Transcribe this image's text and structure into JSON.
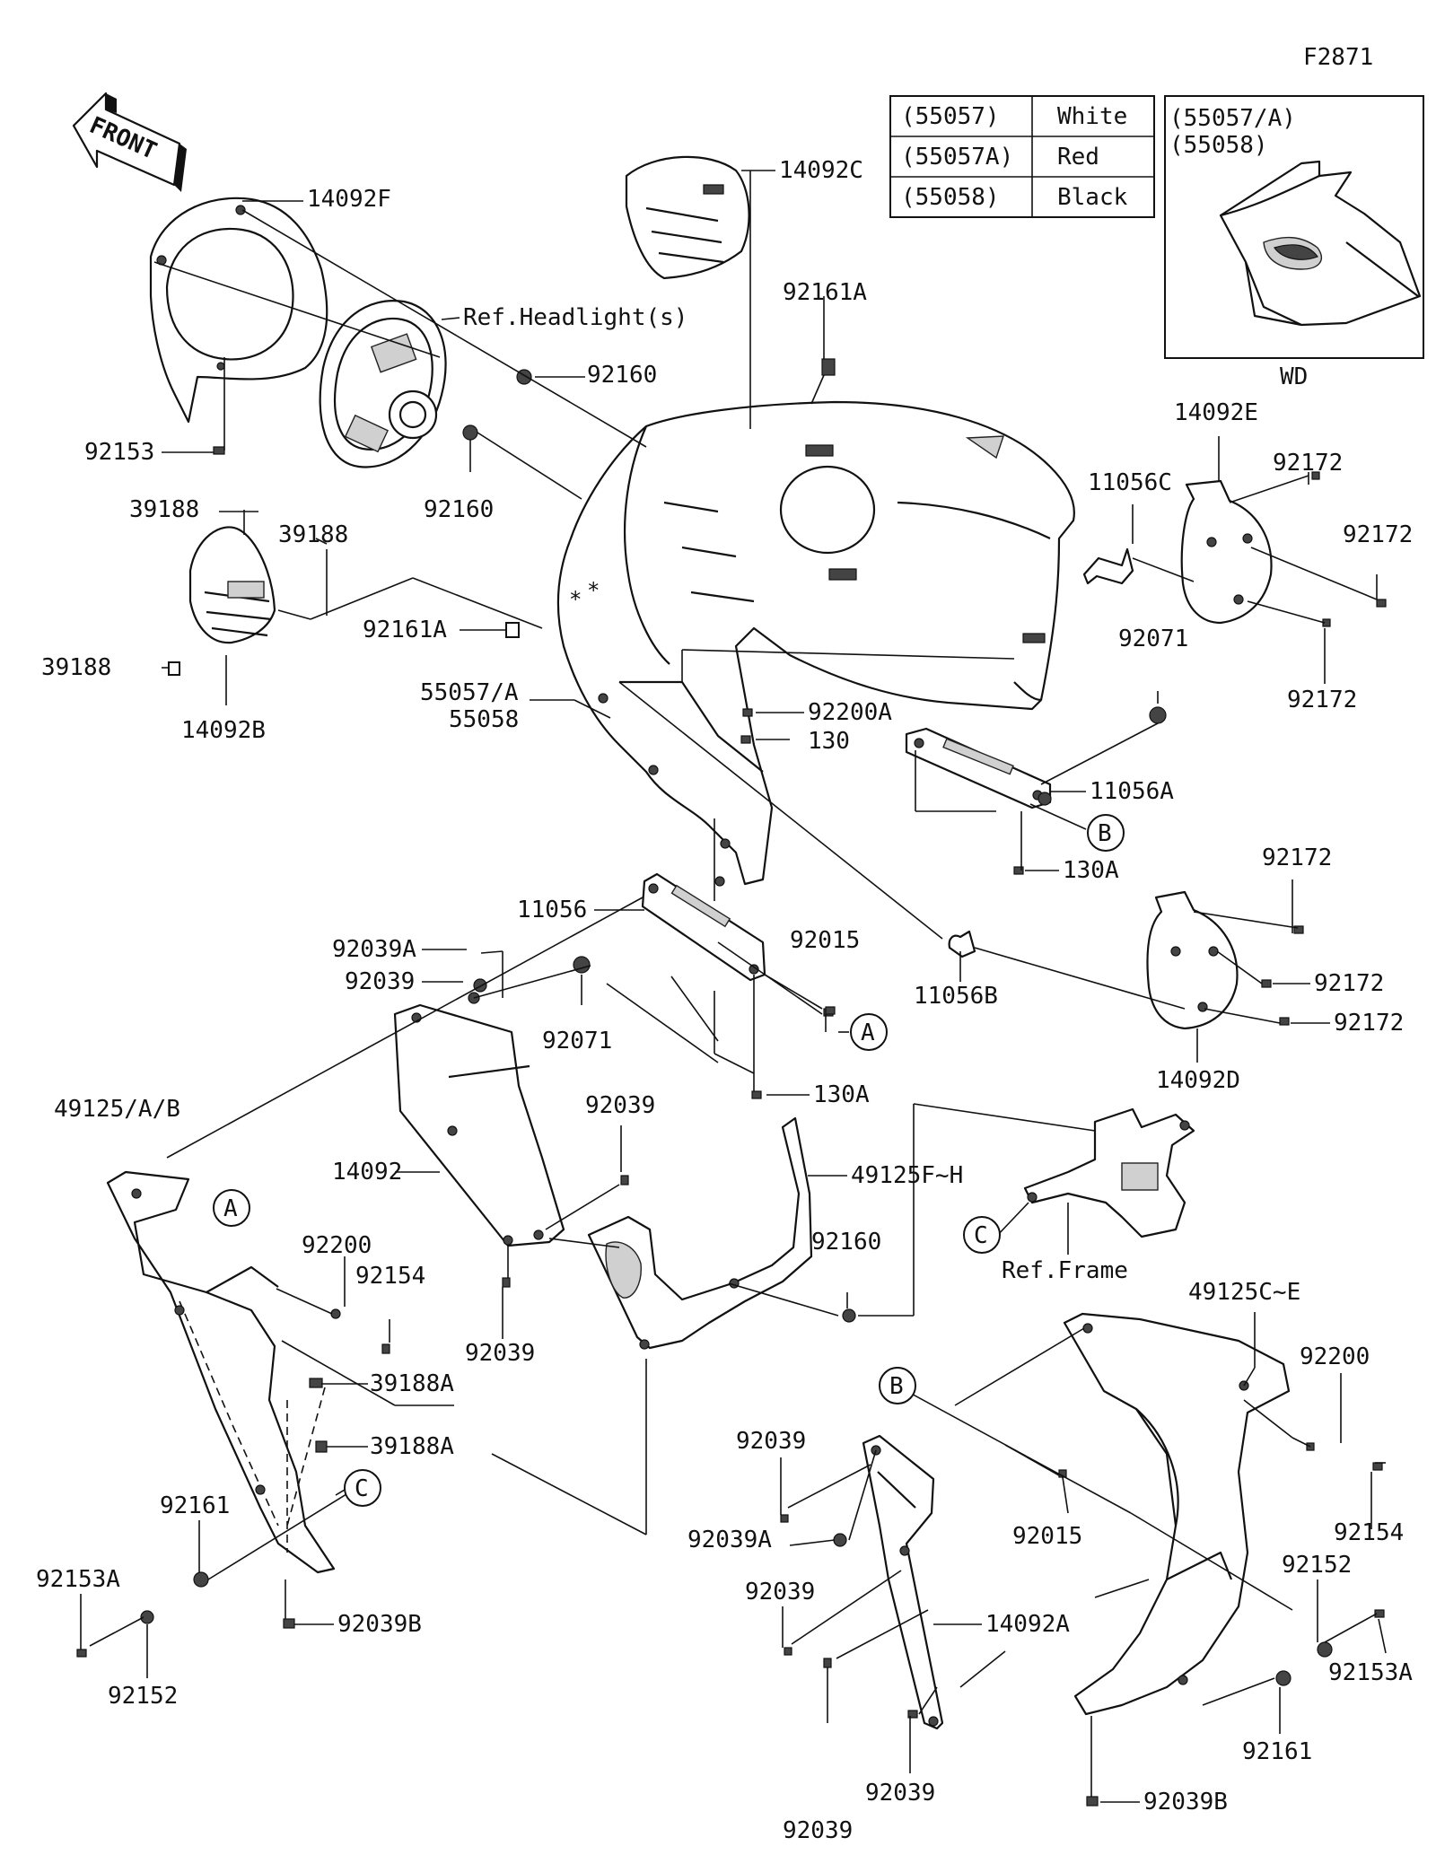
{
  "figure_id": "F2871",
  "front_label": "FRONT",
  "color_table": [
    {
      "code": "(55057)",
      "color": "White"
    },
    {
      "code": "(55057A)",
      "color": "Red"
    },
    {
      "code": "(55058)",
      "color": "Black"
    }
  ],
  "variant_box": {
    "codes": [
      "(55057/A)",
      "(55058)"
    ],
    "caption": "WD"
  },
  "callouts": {
    "c_14092F": "14092F",
    "c_14092C": "14092C",
    "c_ref_headlight": "Ref.Headlight(s)",
    "c_92161A_top": "92161A",
    "c_92160_a": "92160",
    "c_92160_b": "92160",
    "c_92153": "92153",
    "c_39188_a": "39188",
    "c_39188_b": "39188",
    "c_39188_c": "39188",
    "c_92161A_mid": "92161A",
    "c_14092B": "14092B",
    "c_55057A": "55057/A",
    "c_55058": "55058",
    "c_14092E": "14092E",
    "c_11056C": "11056C",
    "c_92172_a": "92172",
    "c_92172_b": "92172",
    "c_92172_c": "92172",
    "c_92071_top": "92071",
    "c_92200A": "92200A",
    "c_130": "130",
    "c_11056A": "11056A",
    "c_130A_a": "130A",
    "c_92172_d": "92172",
    "c_92172_e": "92172",
    "c_92172_f": "92172",
    "c_14092D": "14092D",
    "c_11056": "11056",
    "c_92015_a": "92015",
    "c_11056B": "11056B",
    "c_92039A_a": "92039A",
    "c_92039_a": "92039",
    "c_92071_mid": "92071",
    "c_130A_b": "130A",
    "c_49125AB": "49125/A/B",
    "c_92039_b": "92039",
    "c_14092": "14092",
    "c_49125FH": "49125F~H",
    "c_92200_a": "92200",
    "c_92154_a": "92154",
    "c_92160_c": "92160",
    "c_92039_c": "92039",
    "c_ref_frame": "Ref.Frame",
    "c_39188A_a": "39188A",
    "c_39188A_b": "39188A",
    "c_49125CE": "49125C~E",
    "c_92200_b": "92200",
    "c_92161_a": "92161",
    "c_92039_d": "92039",
    "c_92015_b": "92015",
    "c_92154_b": "92154",
    "c_92153A_a": "92153A",
    "c_92039B_a": "92039B",
    "c_92152_a": "92152",
    "c_92039A_b": "92039A",
    "c_92039_e": "92039",
    "c_92152_b": "92152",
    "c_14092A": "14092A",
    "c_92153A_b": "92153A",
    "c_92161_b": "92161",
    "c_92039_f": "92039",
    "c_92039_g": "92039",
    "c_92039B_b": "92039B"
  },
  "ref_markers": {
    "A": "A",
    "B": "B",
    "C": "C"
  }
}
